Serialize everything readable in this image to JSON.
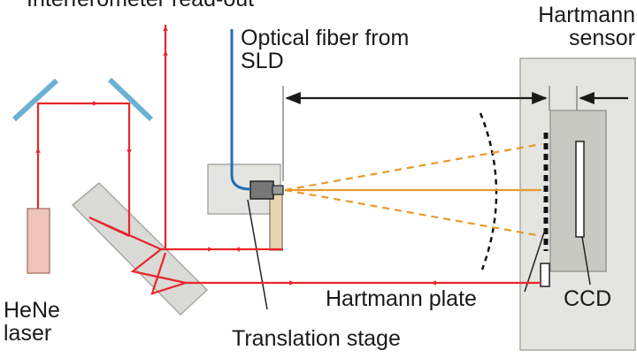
{
  "labels": {
    "interferometer": "Interferometer read-out",
    "fiber": "Optical fiber from SLD",
    "sensor": "Hartmann sensor",
    "laser": "HeNe laser",
    "plate": "Hartmann plate",
    "ccd": "CCD",
    "stage": "Translation stage"
  },
  "colors": {
    "beam": "#e8262b",
    "fiber": "#1f6fb8",
    "cone": "#e89a2c",
    "box_fill": "#e4e4e0",
    "laser_fill": "#eec4b8"
  }
}
